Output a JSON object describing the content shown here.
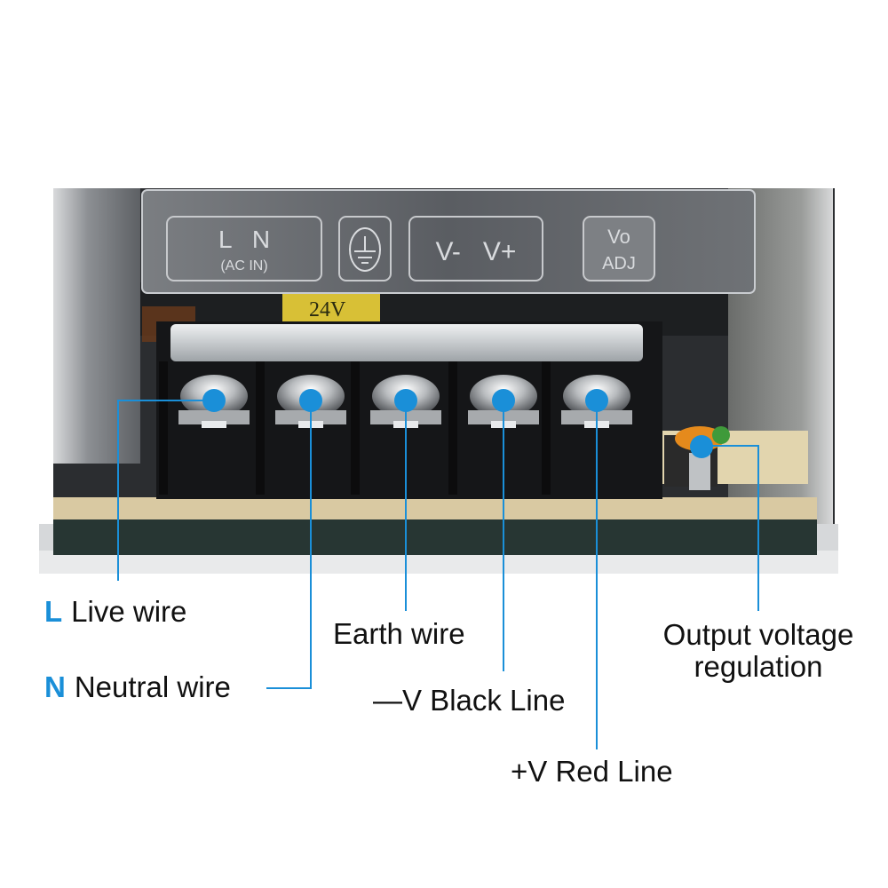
{
  "diagram": {
    "subject": "Switching power supply terminal block",
    "accent_color": "#1a8fd8",
    "panel_labels": {
      "ac_in_top": "L   N",
      "ac_in_bottom": "(AC IN)",
      "earth_symbol": "earth-ground-icon",
      "output": "V-   V+",
      "adj_top": "Vo",
      "adj_bottom": "ADJ"
    },
    "component_marking": "24V",
    "callouts": [
      {
        "id": "live",
        "key": "L",
        "text": "Live wire"
      },
      {
        "id": "neutral",
        "key": "N",
        "text": "Neutral wire"
      },
      {
        "id": "earth",
        "key": "",
        "text": "Earth wire"
      },
      {
        "id": "vminus",
        "key": "",
        "text": "—V Black Line"
      },
      {
        "id": "vplus",
        "key": "",
        "text": "+V Red Line"
      },
      {
        "id": "adjust",
        "key": "",
        "text": "Output voltage",
        "text2": "regulation"
      }
    ]
  }
}
